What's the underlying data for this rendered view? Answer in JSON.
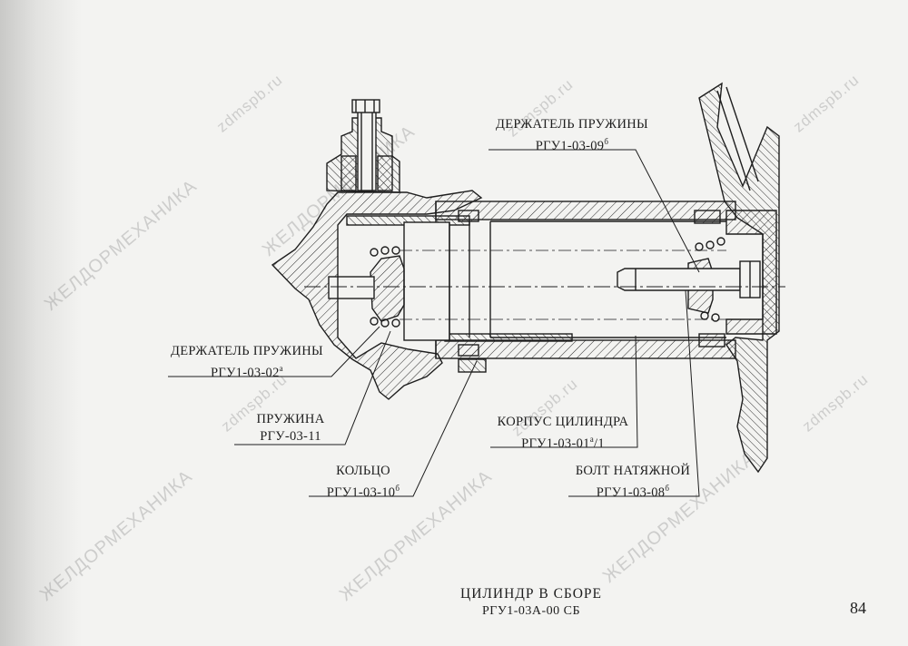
{
  "labels": {
    "holder_spring_09": {
      "name": "ДЕРЖАТЕЛЬ ПРУЖИНЫ",
      "code": "РГУ1-03-09",
      "sup": "б"
    },
    "holder_spring_02": {
      "name": "ДЕРЖАТЕЛЬ ПРУЖИНЫ",
      "code": "РГУ1-03-02",
      "sup": "а"
    },
    "spring": {
      "name": "ПРУЖИНА",
      "code": "РГУ-03-11"
    },
    "ring": {
      "name": "КОЛЬЦО",
      "code": "РГУ1-03-10",
      "sup": "б"
    },
    "cylinder_body": {
      "name": "КОРПУС ЦИЛИНДРА",
      "code": "РГУ1-03-01",
      "sup": "а",
      "suffix": "/1"
    },
    "tension_bolt": {
      "name": "БОЛТ НАТЯЖНОЙ",
      "code": "РГУ1-03-08",
      "sup": "б"
    }
  },
  "title": {
    "main": "ЦИЛИНДР В СБОРЕ",
    "code": "РГУ1-03А-00 СБ"
  },
  "page_number": "84",
  "watermarks": {
    "brand": "ЖЕЛДОРМЕХАНИКА",
    "site": "zdmspb.ru"
  },
  "colors": {
    "ink": "#1e1e1e",
    "paper": "#f3f3f1",
    "watermark": "#9a9a9a"
  }
}
